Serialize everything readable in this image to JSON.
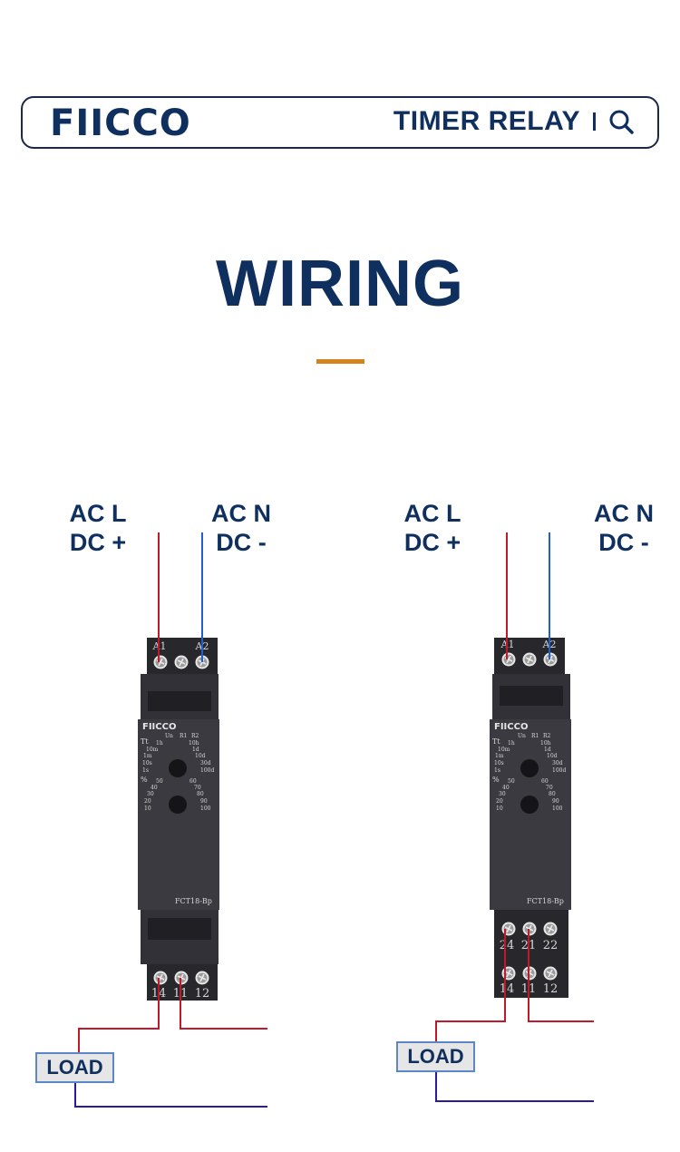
{
  "header": {
    "brand": "FIICCO",
    "product": "TIMER RELAY",
    "search_icon": "search-icon"
  },
  "title": "WIRING",
  "colors": {
    "navy": "#0f2f5f",
    "accent": "#d4821c",
    "live_wire": "#c0192c",
    "neutral_wire": "#1f5fd0",
    "load_wire": "#2a1a9c"
  },
  "left_diagram": {
    "supply_l": [
      "AC L",
      "DC +"
    ],
    "supply_n": [
      "AC N",
      "DC -"
    ],
    "top_pins": [
      "A1",
      "A2"
    ],
    "bottom_pins": [
      "14",
      "11",
      "12"
    ],
    "load": "LOAD",
    "relay": {
      "brand": "FIICCO",
      "model": "FCT18-Bp",
      "indicators": [
        "Un",
        "R1",
        "R2"
      ],
      "time_range_label": "Tt",
      "time_scale_left": [
        "1h",
        "10m",
        "1m",
        "10s",
        "1s"
      ],
      "time_scale_right": [
        "10h",
        "1d",
        "10d",
        "30d",
        "100d"
      ],
      "percent_label": "%",
      "percent_scale_left": [
        "50",
        "40",
        "30",
        "20",
        "10"
      ],
      "percent_scale_right": [
        "60",
        "70",
        "80",
        "90",
        "100"
      ]
    }
  },
  "right_diagram": {
    "supply_l": [
      "AC  L",
      "DC +"
    ],
    "supply_n": [
      "AC N",
      "DC -"
    ],
    "top_pins": [
      "A1",
      "A2"
    ],
    "middle_pins": [
      "24",
      "21",
      "22"
    ],
    "bottom_pins": [
      "14",
      "11",
      "12"
    ],
    "load": "LOAD",
    "relay": {
      "brand": "FIICCO",
      "model": "FCT18-Bp",
      "indicators": [
        "Un",
        "R1",
        "R2"
      ],
      "time_range_label": "Tt",
      "time_scale_left": [
        "1h",
        "10m",
        "1m",
        "10s",
        "1s"
      ],
      "time_scale_right": [
        "10h",
        "1d",
        "10d",
        "30d",
        "100d"
      ],
      "percent_label": "%",
      "percent_scale_left": [
        "50",
        "40",
        "30",
        "20",
        "10"
      ],
      "percent_scale_right": [
        "60",
        "70",
        "80",
        "90",
        "100"
      ]
    }
  }
}
